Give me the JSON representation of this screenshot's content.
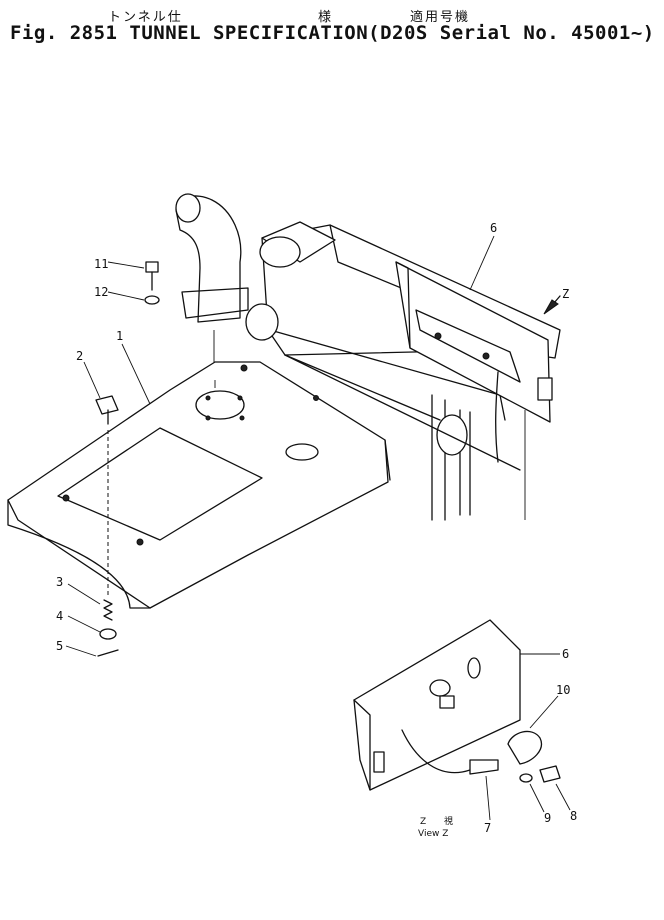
{
  "title": {
    "jp_part1": "トンネル仕",
    "jp_part2": "様",
    "jp_part3": "適用号機",
    "text": "Fig. 2851 TUNNEL SPECIFICATION(D20S Serial No. 45001~)"
  },
  "callouts": {
    "c1": "1",
    "c2": "2",
    "c3": "3",
    "c4": "4",
    "c5": "5",
    "c6a": "6",
    "c6b": "6",
    "c7": "7",
    "c8": "8",
    "c9": "9",
    "c10": "10",
    "c11": "11",
    "c12": "12",
    "cz": "Z"
  },
  "view_label": {
    "jp_z": "Z",
    "jp_view": "視",
    "en": "View Z"
  }
}
